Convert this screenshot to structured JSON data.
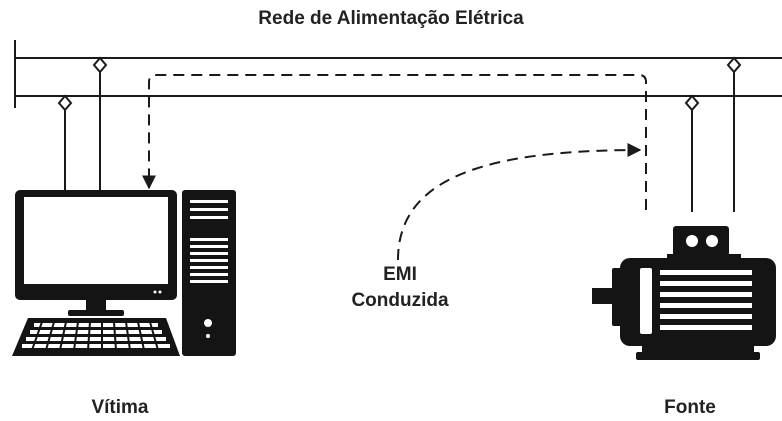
{
  "title": "Rede de Alimentação Elétrica",
  "emi": {
    "line1": "EMI",
    "line2": "Conduzida"
  },
  "victim_label": "Vítima",
  "source_label": "Fonte",
  "colors": {
    "line": "#1a1a1a",
    "text": "#222222",
    "device": "#141414"
  },
  "icons": [
    "computer-monitor-icon",
    "computer-tower-icon",
    "keyboard-icon",
    "electric-motor-icon"
  ]
}
